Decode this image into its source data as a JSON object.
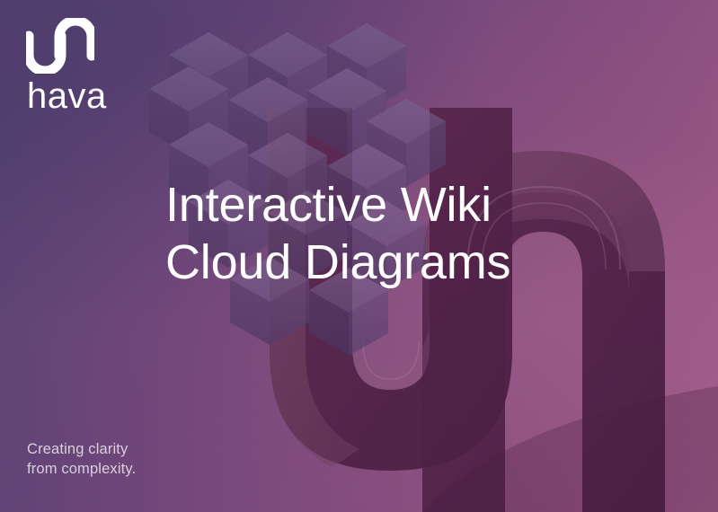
{
  "brand": {
    "logo_mark_name": "hava-infinity-mark",
    "wordmark": "hava",
    "tagline_line1": "Creating clarity",
    "tagline_line2": "from complexity."
  },
  "headline": {
    "line1": "Interactive Wiki",
    "line2": "Cloud Diagrams"
  },
  "artwork": {
    "description": "isometric extruded hava logo ribbon with voxel cube cluster",
    "voxel_cluster_name": "isometric-cube-cluster",
    "ribbon_name": "isometric-logo-ribbon"
  },
  "colors": {
    "gradient_top_left": "#544273",
    "gradient_top_right": "#84497E",
    "gradient_bottom_left": "#74467A",
    "gradient_bottom_right": "#B06A92",
    "ribbon_dark": "#56244C",
    "ribbon_light": "#6E3A61",
    "cube_light_face": "#6B5580",
    "cube_dark_face": "#4E3A63",
    "text_primary": "#FFFFFF",
    "text_muted": "rgba(255,255,255,0.74)"
  }
}
